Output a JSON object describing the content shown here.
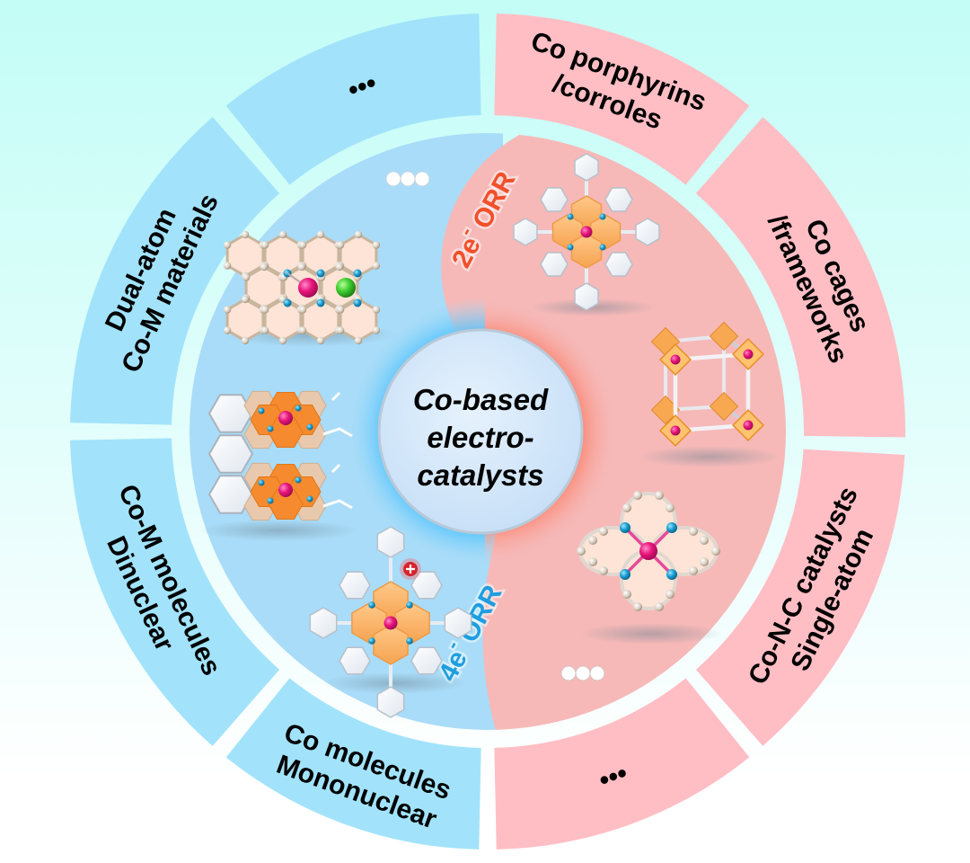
{
  "figure": {
    "center_title": [
      "Co-based",
      "electro-",
      "catalysts"
    ],
    "reaction_4e": {
      "prefix": "4e",
      "sup": "-",
      "suffix": " ORR",
      "color": "#1e9ee0"
    },
    "reaction_2e": {
      "prefix": "2e",
      "sup": "-",
      "suffix": " ORR",
      "color": "#f0502a"
    },
    "inner_ellipsis_top": "•••",
    "inner_ellipsis_bottom": "•••",
    "colors": {
      "background_top": "#c3fdf6",
      "background_bottom": "#ffffff",
      "blue_segment": "#a2e3fb",
      "pink_segment": "#ffbec4",
      "blue_inner": "#a9dcf8",
      "pink_inner": "#f6b9b8",
      "center_disc": "#d5e9fb",
      "cobalt_atom": "#e8147a",
      "nitrogen_atom": "#1a9fd0",
      "metal_M_atom": "#3ccc2e"
    },
    "segments_4e": [
      {
        "lines": [
          "Mononuclear",
          "Co molecules"
        ]
      },
      {
        "lines": [
          "Dinuclear",
          "Co-M molecules"
        ]
      },
      {
        "lines": [
          "Dual-atom",
          "Co-M materials"
        ]
      },
      {
        "lines": [
          "•••"
        ]
      }
    ],
    "segments_2e": [
      {
        "lines": [
          "Co porphyrins",
          "/corroles"
        ]
      },
      {
        "lines": [
          "Co cages",
          "/frameworks"
        ]
      },
      {
        "lines": [
          "Single-atom",
          "Co-N-C catalysts"
        ]
      },
      {
        "lines": [
          "•••"
        ]
      }
    ],
    "structures": [
      {
        "name": "dual-atom-graphene-sheet",
        "side": "4e"
      },
      {
        "name": "dinuclear-cofacial-porphyrins",
        "side": "4e"
      },
      {
        "name": "mononuclear-co-macrocycle",
        "side": "4e"
      },
      {
        "name": "co-porphyrin",
        "side": "2e"
      },
      {
        "name": "co-cage",
        "side": "2e"
      },
      {
        "name": "single-atom-co-n4",
        "side": "2e"
      }
    ]
  }
}
